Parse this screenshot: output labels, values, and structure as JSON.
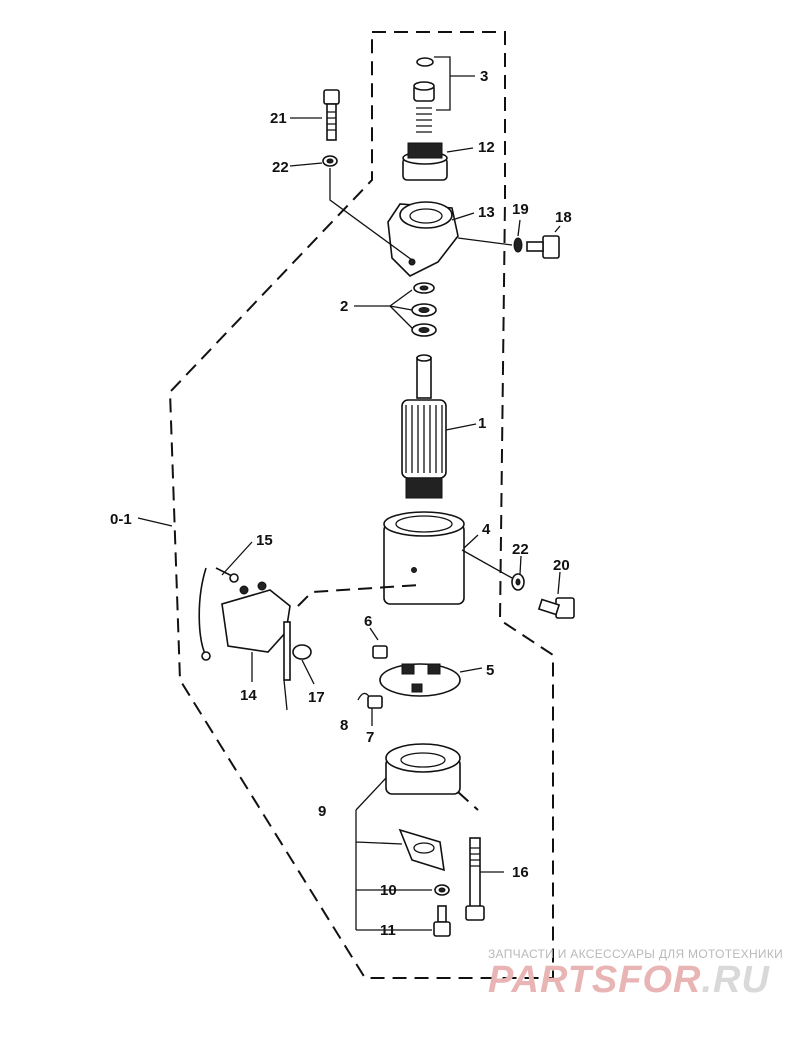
{
  "diagram": {
    "callouts": {
      "c1": "1",
      "c2": "2",
      "c3": "3",
      "c4": "4",
      "c5": "5",
      "c6": "6",
      "c7": "7",
      "c8": "8",
      "c9": "9",
      "c10": "10",
      "c11": "11",
      "c12": "12",
      "c13": "13",
      "c14": "14",
      "c15": "15",
      "c16": "16",
      "c17": "17",
      "c18": "18",
      "c19": "19",
      "c20": "20",
      "c21": "21",
      "c22a": "22",
      "c22b": "22",
      "c01": "0-1"
    }
  },
  "watermark": {
    "tagline": "ЗАПЧАСТИ И АКСЕССУАРЫ ДЛЯ МОТОТЕХНИКИ",
    "brand": "PARTSFOR",
    "domain": ".RU"
  }
}
